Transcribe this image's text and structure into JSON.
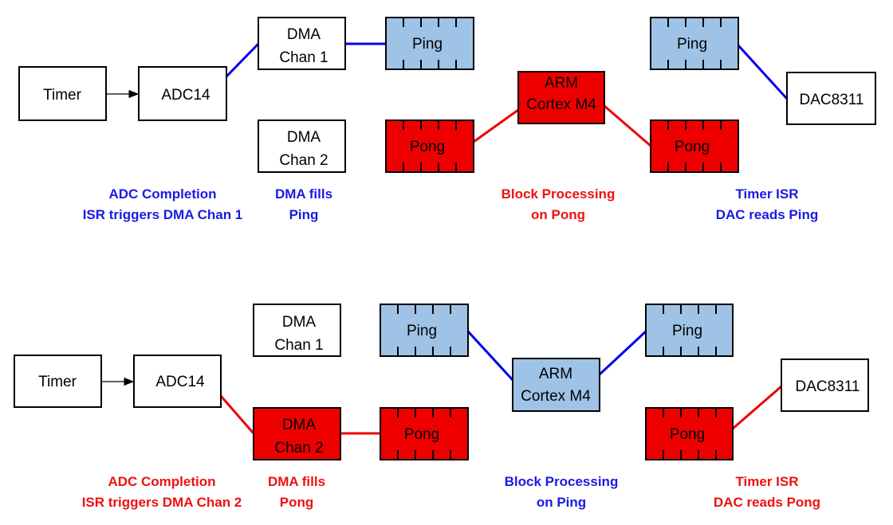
{
  "colors": {
    "blue_line": "#0000ee",
    "red_line": "#ee0000",
    "buffer_blue": "#9fc3e7",
    "buffer_red": "#ee0000",
    "caption_blue": "#1a1ae6",
    "caption_red": "#ee1111"
  },
  "top": {
    "timer": "Timer",
    "adc": "ADC14",
    "dma1": [
      "DMA",
      "Chan 1"
    ],
    "dma2": [
      "DMA",
      "Chan 2"
    ],
    "ping_in": "Ping",
    "pong_in": "Pong",
    "arm": [
      "ARM",
      "Cortex M4"
    ],
    "ping_out": "Ping",
    "pong_out": "Pong",
    "dac": "DAC8311",
    "captions": {
      "adc": [
        "ADC Completion",
        "ISR triggers DMA Chan 1"
      ],
      "dma": [
        "DMA fills",
        "Ping"
      ],
      "block": [
        "Block Processing",
        "on Pong"
      ],
      "timer": [
        "Timer ISR",
        "DAC reads Ping"
      ]
    }
  },
  "bottom": {
    "timer": "Timer",
    "adc": "ADC14",
    "dma1": [
      "DMA",
      "Chan 1"
    ],
    "dma2": [
      "DMA",
      "Chan 2"
    ],
    "ping_in": "Ping",
    "pong_in": "Pong",
    "arm": [
      "ARM",
      "Cortex M4"
    ],
    "ping_out": "Ping",
    "pong_out": "Pong",
    "dac": "DAC8311",
    "captions": {
      "adc": [
        "ADC Completion",
        "ISR triggers DMA Chan 2"
      ],
      "dma": [
        "DMA fills",
        "Pong"
      ],
      "block": [
        "Block Processing",
        "on Ping"
      ],
      "timer": [
        "Timer ISR",
        "DAC reads Pong"
      ]
    }
  }
}
